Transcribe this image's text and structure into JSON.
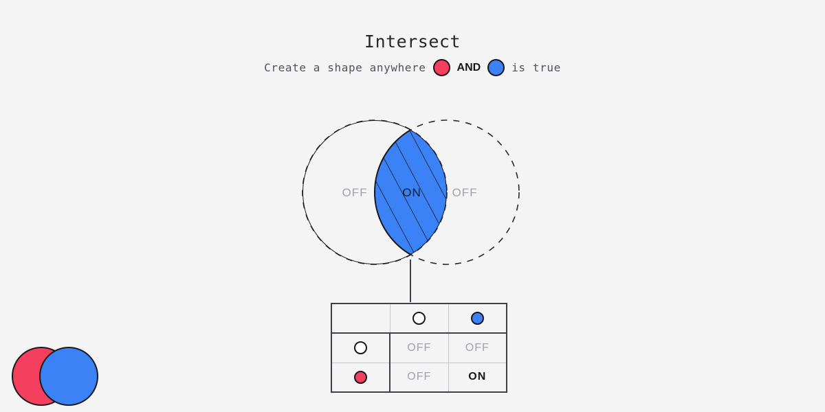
{
  "header": {
    "title": "Intersect",
    "subtitle_prefix": "Create a shape anywhere",
    "operator": "AND",
    "subtitle_suffix": "is true",
    "dot_a_color": "#f43f5e",
    "dot_b_color": "#3b82f6"
  },
  "venn": {
    "left_label": "OFF",
    "right_label": "OFF",
    "center_label": "ON",
    "fill_color": "#3b82f6",
    "stroke_color": "#18181b",
    "off_color": "#a1a1aa",
    "on_color": "#18181b"
  },
  "truth_table": {
    "corner_label": "",
    "col_headers": [
      {
        "icon": "circle-outline-icon",
        "fill": "#ffffff"
      },
      {
        "icon": "circle-blue-icon",
        "fill": "#3b82f6"
      }
    ],
    "rows": [
      {
        "header_icon": "circle-outline-icon",
        "header_fill": "#ffffff",
        "cells": [
          "OFF",
          "OFF"
        ],
        "states": [
          "off",
          "off"
        ]
      },
      {
        "header_icon": "circle-red-icon",
        "header_fill": "#f43f5e",
        "cells": [
          "OFF",
          "ON"
        ],
        "states": [
          "off",
          "on"
        ]
      }
    ]
  },
  "canvas_shapes": [
    {
      "name": "red-circle",
      "color": "#f43f5e"
    },
    {
      "name": "blue-circle",
      "color": "#3b82f6"
    }
  ],
  "colors": {
    "background": "#f4f4f5",
    "red": "#f43f5e",
    "blue": "#3b82f6",
    "ink": "#18181b",
    "muted": "#a1a1aa"
  }
}
